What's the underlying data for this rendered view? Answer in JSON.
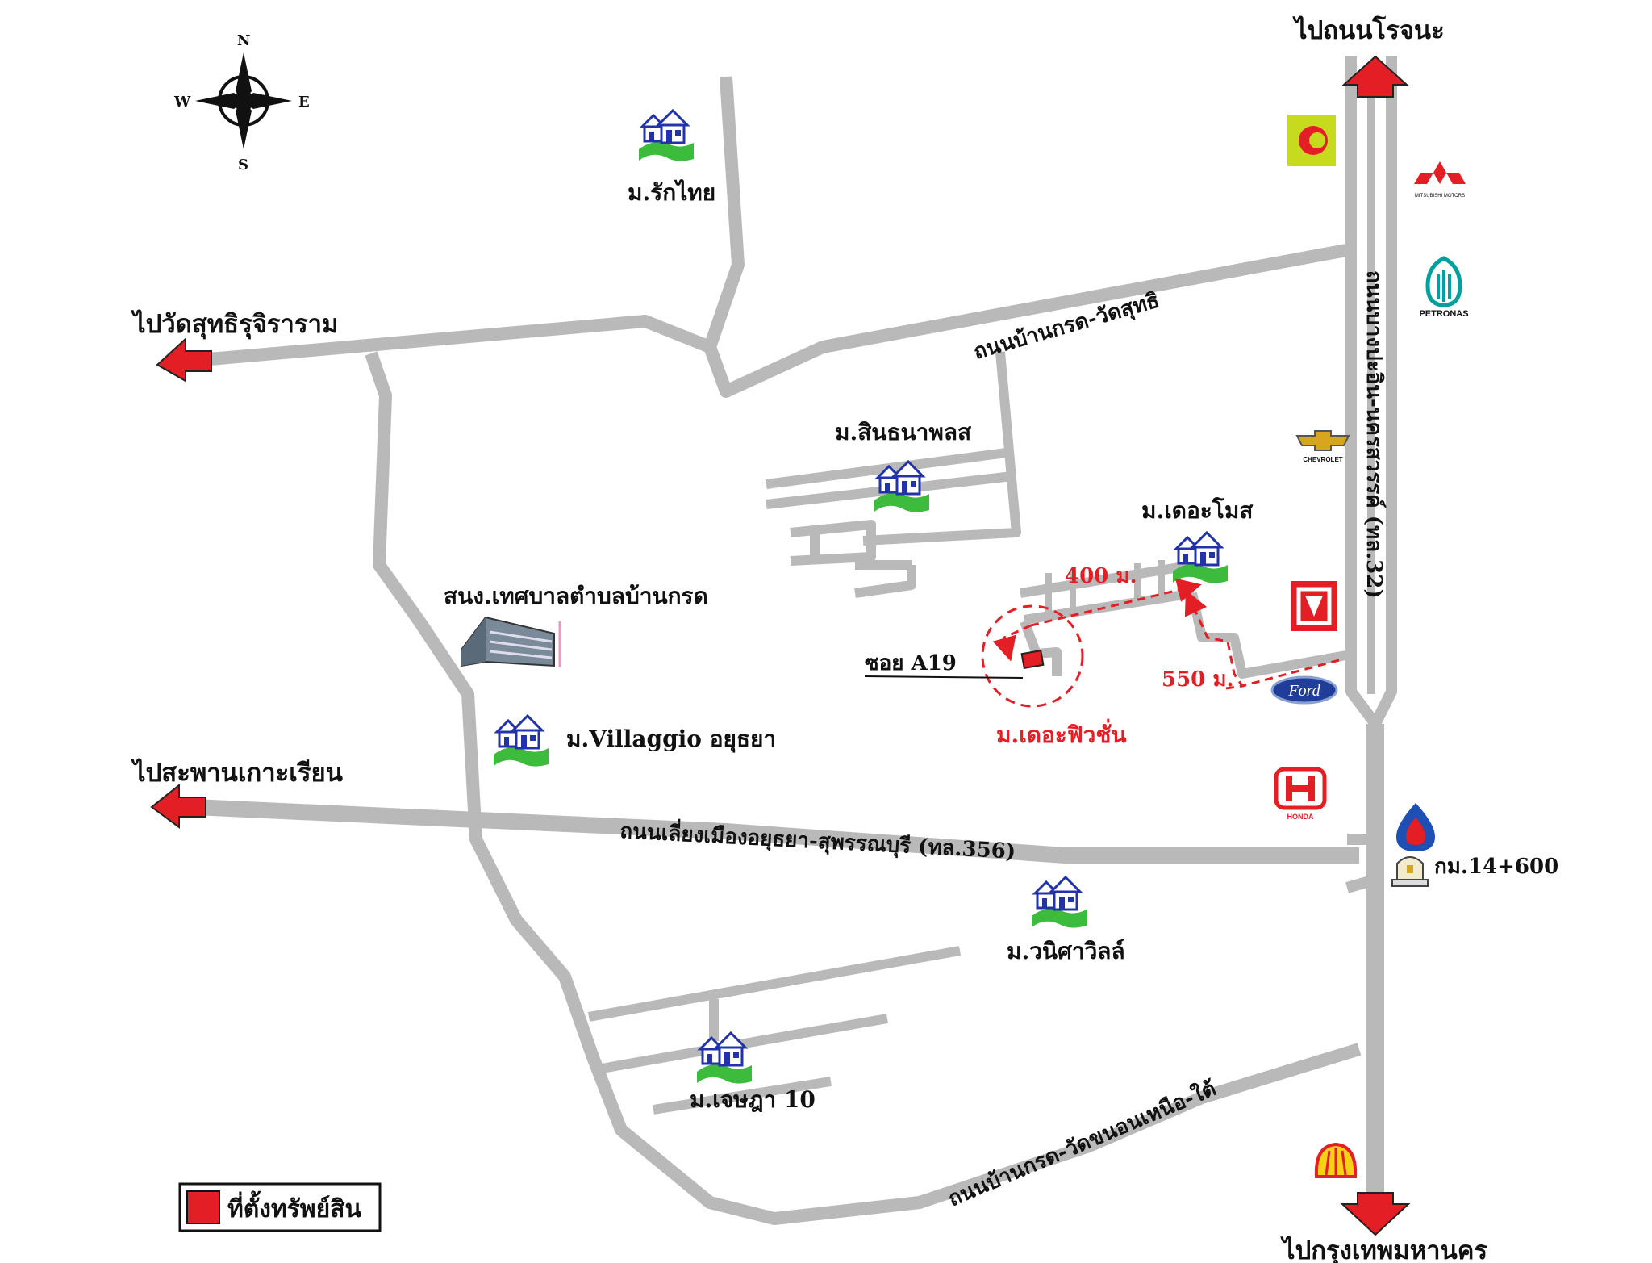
{
  "compass": {
    "north": "N",
    "south": "S",
    "east": "E",
    "west": "W"
  },
  "directions": {
    "to_north": "ไปถนนโรจนะ",
    "to_south": "ไปกรุงเทพมหานคร",
    "to_west_top": "ไปวัดสุทธิรุจิราราม",
    "to_west_mid": "ไปสะพานเกาะเรียน"
  },
  "roads": {
    "highway_32": "ถนนบางปะอิน-นครสวรรค์ (ทล.32)",
    "ban_krot_wat_suthi": "ถนนบ้านกรด-วัดสุทธิ",
    "bypass_356": "ถนนเลี่ยงเมืองอยุธยา-สุพรรณบุรี (ทล.356)",
    "ban_krot_wat_khanon": "ถนนบ้านกรด-วัดขนอนเหนือ-ใต้"
  },
  "places": {
    "rak_thai": "ม.รักไทย",
    "sinthana_place": "ม.สินธนาพลส",
    "the_moss": "ม.เดอะโมส",
    "municipal_office": "สนง.เทศบาลตำบลบ้านกรด",
    "villaggio": "ม.Villaggio อยุธยา",
    "wanisa_ville": "ม.วนิศาวิลล์",
    "chaiyapruek": "ม.เจษฎา 10",
    "the_fusion": "ม.เดอะฟิวชั่น",
    "soi": "ซอย A19",
    "km_marker": "กม.14+600"
  },
  "distances": {
    "near": "400 ม.",
    "far": "550 ม."
  },
  "brands": {
    "mitsubishi": "MITSUBISHI MOTORS",
    "petronas": "PETRONAS",
    "chevrolet": "CHEVROLET",
    "ford": "Ford",
    "honda": "HONDA"
  },
  "legend": {
    "property_location": "ที่ตั้งทรัพย์สิน"
  },
  "colors": {
    "road": "#b9b9b9",
    "arrow": "#e31e24",
    "property": "#e31e24",
    "house_green": "#3dbb3d",
    "house_blue": "#2233aa"
  }
}
